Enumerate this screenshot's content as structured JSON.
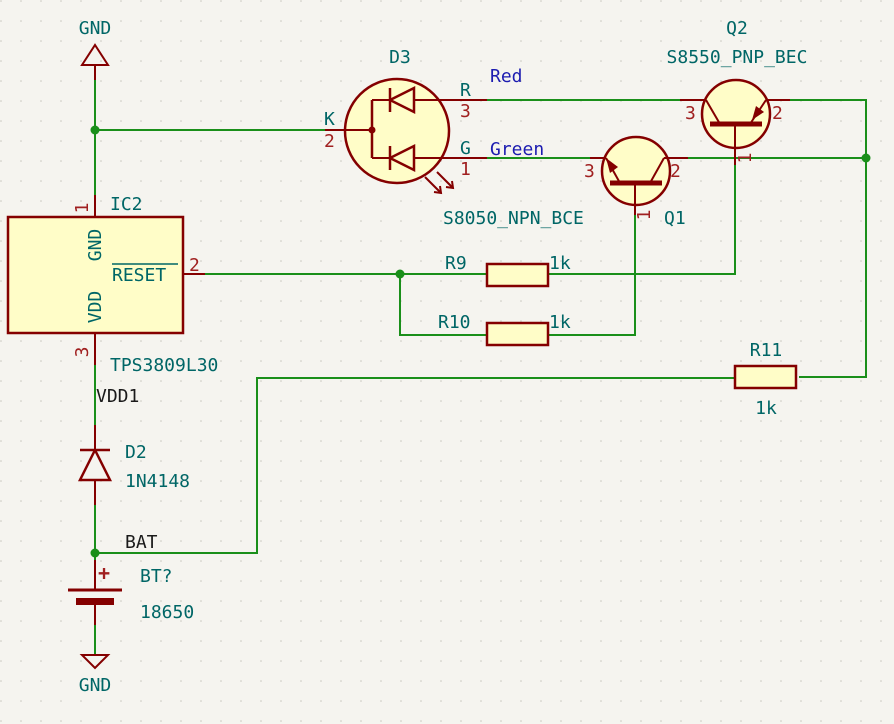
{
  "power": {
    "gnd_top": "GND",
    "gnd_bottom": "GND"
  },
  "ic2": {
    "ref": "IC2",
    "value": "TPS3809L30",
    "pin_gnd_name": "GND",
    "pin_vdd_name": "VDD",
    "pin_reset_name": "RESET",
    "pin1": "1",
    "pin2": "2",
    "pin3": "3"
  },
  "d3": {
    "ref": "D3",
    "pin_k_name": "K",
    "pin_k_num": "2",
    "pin_r_name": "R",
    "pin_r_num": "3",
    "pin_g_name": "G",
    "pin_g_num": "1"
  },
  "q1": {
    "ref": "Q1",
    "value": "S8050_NPN_BCE",
    "pin1": "1",
    "pin2": "2",
    "pin3": "3"
  },
  "q2": {
    "ref": "Q2",
    "value": "S8550_PNP_BEC",
    "pin1": "1",
    "pin2": "2",
    "pin3": "3"
  },
  "r9": {
    "ref": "R9",
    "value": "1k"
  },
  "r10": {
    "ref": "R10",
    "value": "1k"
  },
  "r11": {
    "ref": "R11",
    "value": "1k"
  },
  "d2": {
    "ref": "D2",
    "value": "1N4148"
  },
  "bt": {
    "ref": "BT?",
    "value": "18650",
    "plus": "+"
  },
  "nets": {
    "red": "Red",
    "green": "Green",
    "vdd1": "VDD1",
    "bat": "BAT"
  },
  "colors": {
    "wire": "#1a8f1a",
    "symbol": "#840000",
    "body_fill": "#fffdc8",
    "background": "#f5f4ef",
    "ref_text": "#006666",
    "net_blue": "#1c1cb0"
  }
}
